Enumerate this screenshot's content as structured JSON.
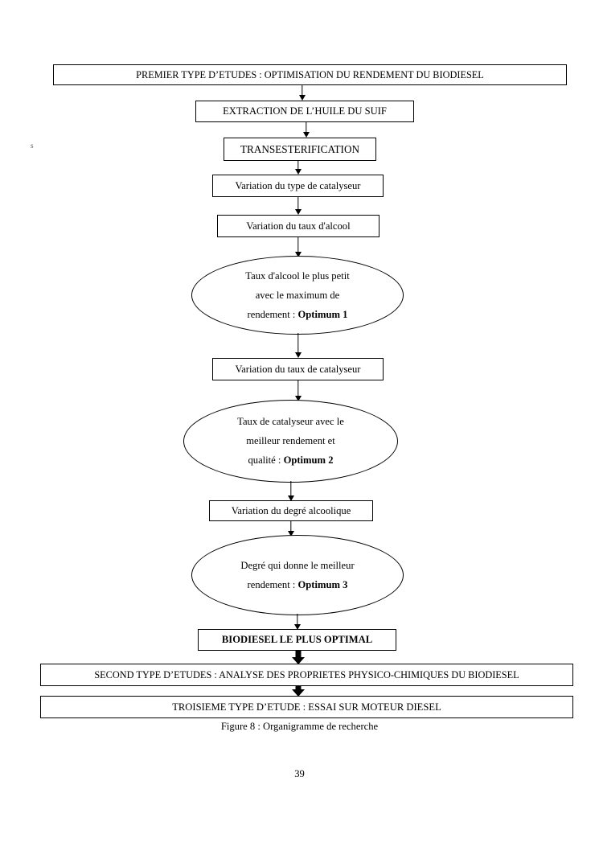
{
  "document": {
    "page_number": "39",
    "caption": "Figure 8 : Organigramme de recherche",
    "margin_mark": "s"
  },
  "flowchart": {
    "title_box": "PREMIER TYPE D’ETUDES : OPTIMISATION DU RENDEMENT DU BIODIESEL",
    "nodes": {
      "extraction": "EXTRACTION DE L’HUILE DU SUIF",
      "transesterification": "TRANSESTERIFICATION",
      "variation_type_catalyseur": "Variation du type de catalyseur",
      "variation_taux_alcool": "Variation du taux d'alcool",
      "variation_taux_catalyseur": "Variation du taux de catalyseur",
      "variation_degre_alcoolique": "Variation du degré alcoolique",
      "biodiesel_optimal": "BIODIESEL LE PLUS OPTIMAL",
      "second_type": "SECOND TYPE D’ETUDES : ANALYSE DES PROPRIETES PHYSICO-CHIMIQUES DU BIODIESEL",
      "troisieme_type": "TROISIEME TYPE D’ETUDE : ESSAI SUR MOTEUR DIESEL"
    },
    "outcomes": [
      {
        "id": "optimum-1",
        "line1": "Taux d'alcool le plus petit",
        "line2": "avec le maximum de",
        "line3_prefix": "rendement : ",
        "line3_bold": "Optimum 1"
      },
      {
        "id": "optimum-2",
        "line1": "Taux de catalyseur avec le",
        "line2": "meilleur rendement et",
        "line3_prefix": "qualité : ",
        "line3_bold": "Optimum 2"
      },
      {
        "id": "optimum-3",
        "line1": "Degré qui donne le meilleur",
        "line2": "",
        "line3_prefix": "rendement : ",
        "line3_bold": "Optimum 3"
      }
    ]
  },
  "colors": {
    "stroke": "#000000",
    "background": "#ffffff",
    "text": "#000000"
  }
}
